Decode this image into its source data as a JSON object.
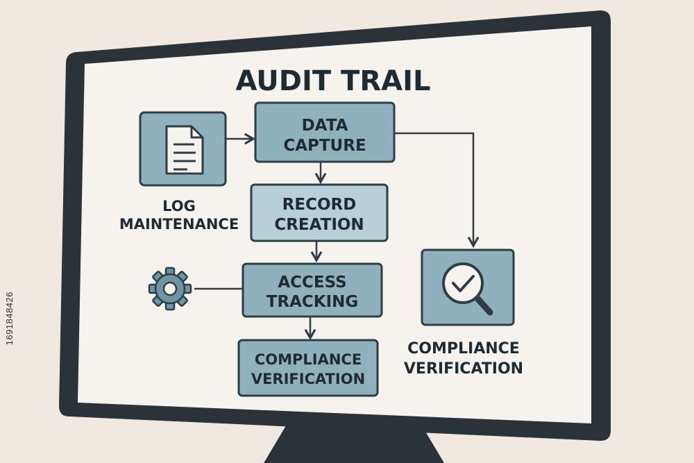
{
  "diagram": {
    "title": "AUDIT TRAIL",
    "log_label": [
      "LOG",
      "MAINTENANCE"
    ],
    "data_capture": [
      "DATA",
      "CAPTURE"
    ],
    "record_creation": [
      "RECORD",
      "CREATION"
    ],
    "access_tracking": [
      "ACCESS",
      "TRACKING"
    ],
    "compliance_box": [
      "COMPLIANCE",
      "VERIFICATION"
    ],
    "compliance_label": [
      "COMPLIANCE",
      "VERIFICATION"
    ]
  },
  "icons": {
    "log": "document-icon",
    "settings": "gear-icon",
    "verify": "magnifier-check-icon"
  },
  "colors": {
    "background": "#efe9e1",
    "screen": "#f6f3ee",
    "bezel": "#2b3238",
    "box_fill": "#8fb0bd",
    "box_fill_light": "#b7d0d8",
    "stroke": "#2f3d45"
  },
  "stock_id": "1691848426"
}
